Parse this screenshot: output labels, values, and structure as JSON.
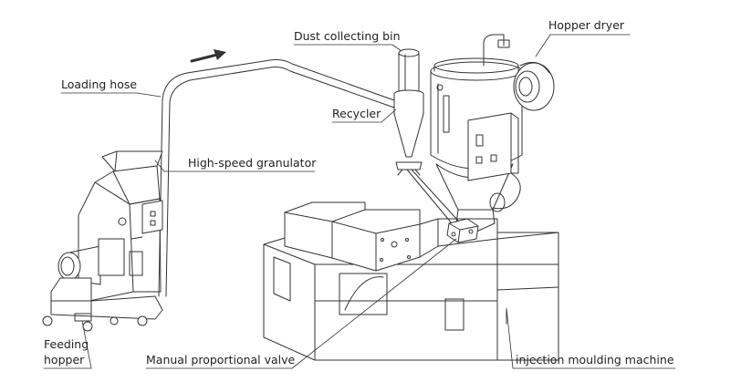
{
  "labels": {
    "hopper_dryer": "Hopper dryer",
    "dust_collecting_bin": "Dust collecting bin",
    "loading_hose": "Loading hose",
    "recycler": "Recycler",
    "high_speed_granulator": "High-speed granulator",
    "feeding_hopper_line1": "Feeding",
    "feeding_hopper_line2": "hopper",
    "manual_proportional_valve": "Manual proportional valve",
    "injection_moulding_machine": "injection moulding machine"
  },
  "colors": {
    "line": "#333333",
    "text": "#222222",
    "arrow": "#333333"
  },
  "icons": {
    "flow_direction": "arrow-right-icon"
  }
}
